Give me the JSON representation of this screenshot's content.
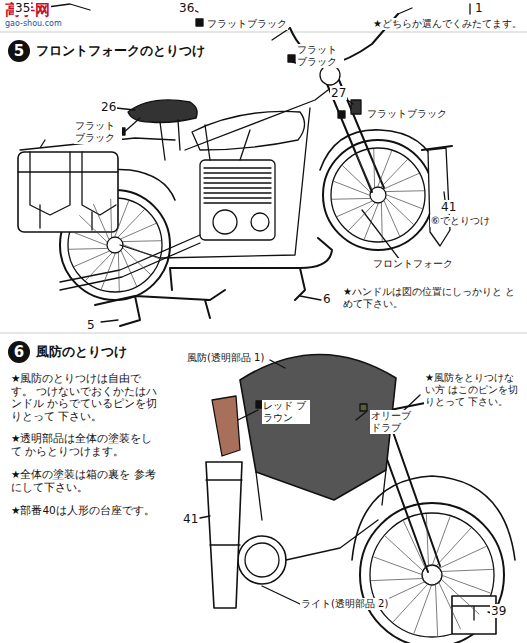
{
  "diagram": {
    "nodes": [
      {
        "text": [
          "5",
          "フロントフォークのとりつけ"
        ]
      },
      {
        "text": [
          "6",
          "風防のとりつけ"
        ]
      }
    ],
    "labels": [
      "高手网",
      "gao-shou.com",
      "35",
      "36",
      "フラットブラック",
      "1",
      "★どちらか選んでくみたてます。",
      "フラット ブラック",
      "27",
      "フラットブラック",
      "26",
      "フラット ブラック",
      "41",
      "⑥でとりつけ",
      "フロントフォーク",
      "★ハンドルは図の位置にしっかりと とめて下さい。",
      "6",
      "5",
      "★風防のとりつけは自由です。 つけないでおくかたはハンドル からでているピンを切りとって 下さい。",
      "★透明部品は全体の塗装をして からとりつけます。",
      "★全体の塗装は箱の裏を 参考にして下さい。",
      "★部番40は人形の台座です。",
      "風防(透明部品 1)",
      "レッド ブラウン",
      "オリーブ ドラブ",
      "★風防をとりつけない方 はこのピンを切りとって 下さい。",
      "41",
      "ライト(透明部品 2)",
      "39"
    ]
  }
}
